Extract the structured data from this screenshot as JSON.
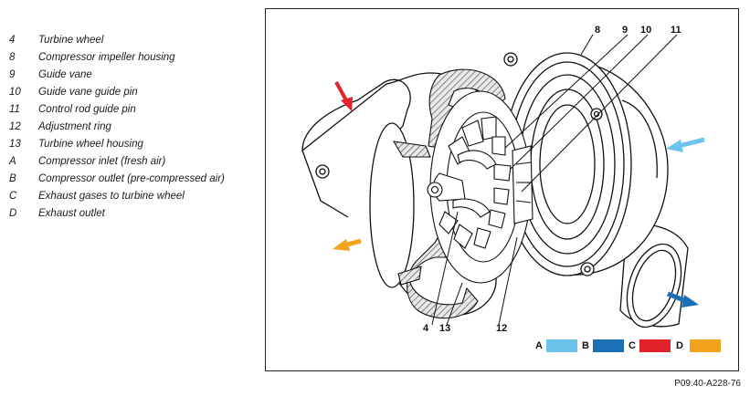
{
  "legend": [
    {
      "key": "4",
      "text": "Turbine wheel"
    },
    {
      "key": "8",
      "text": "Compressor impeller housing"
    },
    {
      "key": "9",
      "text": "Guide vane"
    },
    {
      "key": "10",
      "text": "Guide vane guide pin"
    },
    {
      "key": "11",
      "text": "Control rod guide pin"
    },
    {
      "key": "12",
      "text": "Adjustment ring"
    },
    {
      "key": "13",
      "text": "Turbine wheel housing"
    },
    {
      "key": "A",
      "text": "Compressor inlet (fresh air)"
    },
    {
      "key": "B",
      "text": "Compressor outlet (pre-compressed air)"
    },
    {
      "key": "C",
      "text": "Exhaust gases to turbine wheel"
    },
    {
      "key": "D",
      "text": "Exhaust outlet"
    }
  ],
  "figure": {
    "callouts": {
      "c8": "8",
      "c9": "9",
      "c10": "10",
      "c11": "11",
      "c4": "4",
      "c13": "13",
      "c12": "12"
    },
    "flow_key": {
      "a": {
        "label": "A",
        "color": "#6cc4ec"
      },
      "b": {
        "label": "B",
        "color": "#1a6fb5"
      },
      "c": {
        "label": "C",
        "color": "#e3232c"
      },
      "d": {
        "label": "D",
        "color": "#f3a21c"
      }
    }
  },
  "reference_code": "P09.40-A228-76"
}
